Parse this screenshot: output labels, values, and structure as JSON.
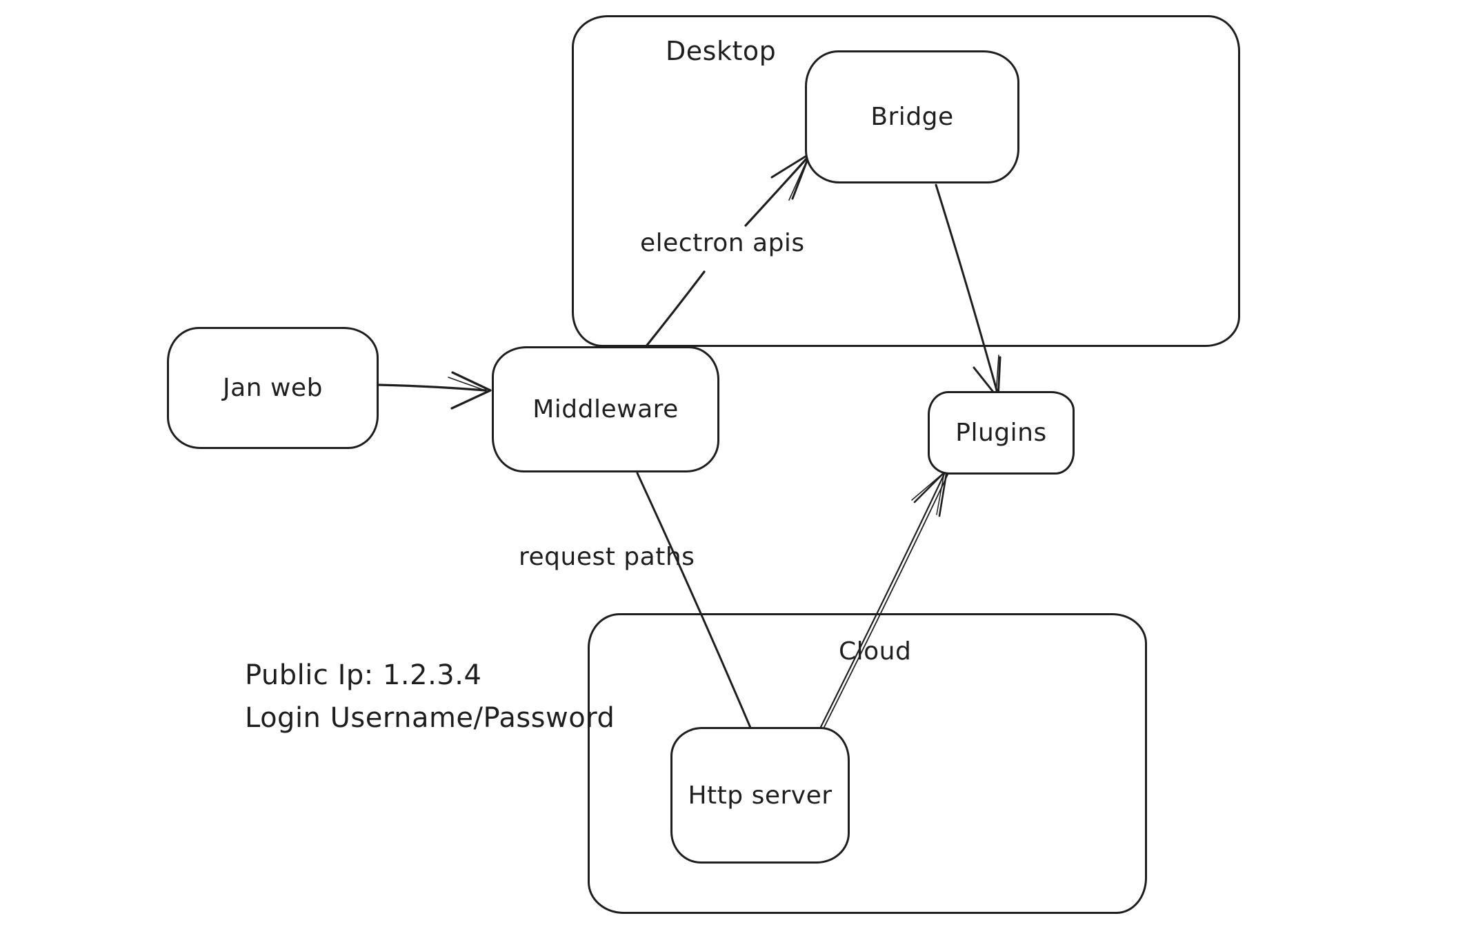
{
  "diagram": {
    "background": "#ffffff",
    "stroke_color": "#1e1e1e",
    "containers": {
      "desktop": {
        "label": "Desktop"
      },
      "cloud": {
        "label": "Cloud"
      }
    },
    "nodes": {
      "jan_web": {
        "label": "Jan web"
      },
      "middleware": {
        "label": "Middleware"
      },
      "bridge": {
        "label": "Bridge"
      },
      "plugins": {
        "label": "Plugins"
      },
      "http_server": {
        "label": "Http server"
      }
    },
    "edges": [
      {
        "from": "jan_web",
        "to": "middleware",
        "label": ""
      },
      {
        "from": "middleware",
        "to": "bridge",
        "label": "electron apis"
      },
      {
        "from": "bridge",
        "to": "plugins",
        "label": ""
      },
      {
        "from": "middleware",
        "to": "http_server",
        "label": "request paths"
      },
      {
        "from": "http_server",
        "to": "plugins",
        "label": ""
      }
    ],
    "notes": {
      "public_ip": "Public Ip: 1.2.3.4",
      "login": "Login Username/Password"
    }
  }
}
